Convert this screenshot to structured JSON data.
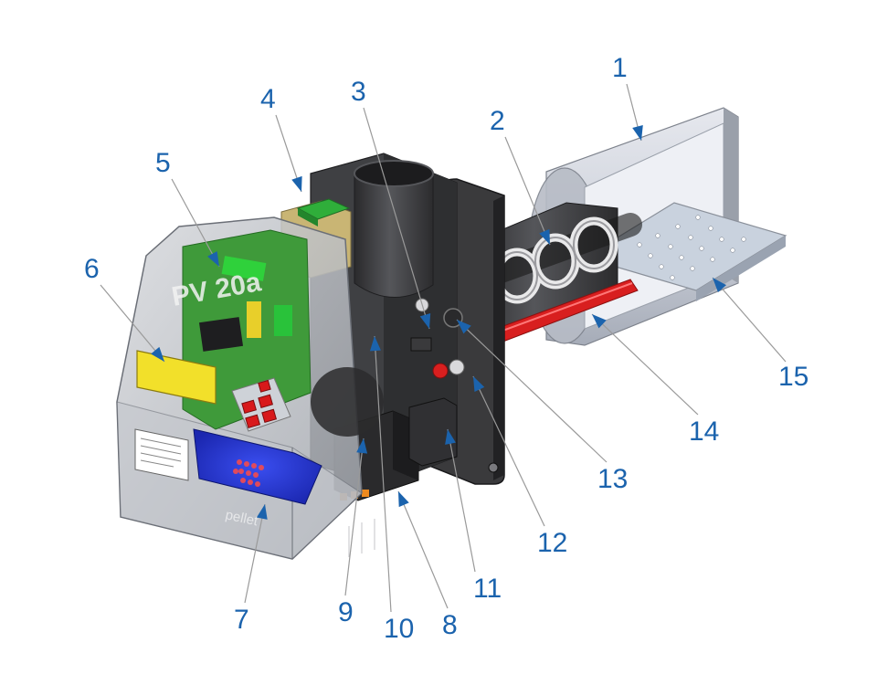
{
  "device": {
    "model_label": "PV 20a",
    "logo_text": "pellet"
  },
  "callouts": [
    {
      "id": "1",
      "label": "1"
    },
    {
      "id": "2",
      "label": "2"
    },
    {
      "id": "3",
      "label": "3"
    },
    {
      "id": "4",
      "label": "4"
    },
    {
      "id": "5",
      "label": "5"
    },
    {
      "id": "6",
      "label": "6"
    },
    {
      "id": "7",
      "label": "7"
    },
    {
      "id": "8",
      "label": "8"
    },
    {
      "id": "9",
      "label": "9"
    },
    {
      "id": "10",
      "label": "10"
    },
    {
      "id": "11",
      "label": "11"
    },
    {
      "id": "12",
      "label": "12"
    },
    {
      "id": "13",
      "label": "13"
    },
    {
      "id": "14",
      "label": "14"
    },
    {
      "id": "15",
      "label": "15"
    }
  ],
  "colors": {
    "callout": "#1b63ad",
    "leader": "#9a9a9a",
    "pcb": "#3f9a3a",
    "button": "#d8191b",
    "display": "#f2e02a",
    "fan": "#2233cc",
    "heater": "#d81f1f",
    "body_dark": "#3a3a3c",
    "steel": "#c9ced6"
  }
}
